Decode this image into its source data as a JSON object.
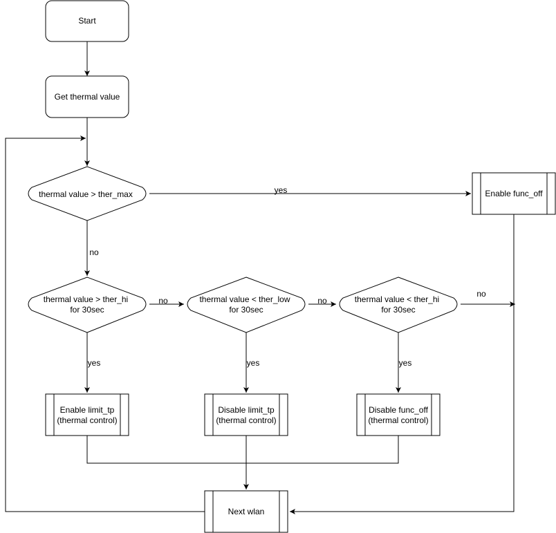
{
  "diagram": {
    "nodes": {
      "start": {
        "label": "Start",
        "shape": "rounded-rect"
      },
      "get_thermal": {
        "label": "Get thermal value",
        "shape": "rounded-rect"
      },
      "check_max": {
        "label": "thermal value > ther_max",
        "shape": "decision"
      },
      "enable_func_off": {
        "label": "Enable func_off",
        "shape": "process"
      },
      "check_hi": {
        "lines": [
          "thermal value > ther_hi",
          "for 30sec"
        ],
        "shape": "decision"
      },
      "check_low": {
        "lines": [
          "thermal value < ther_low",
          "for 30sec"
        ],
        "shape": "decision"
      },
      "check_hi2": {
        "lines": [
          "thermal value < ther_hi",
          "for 30sec"
        ],
        "shape": "decision"
      },
      "enable_limit": {
        "lines": [
          "Enable limit_tp",
          "(thermal control)"
        ],
        "shape": "process"
      },
      "disable_limit": {
        "lines": [
          "Disable limit_tp",
          "(thermal control)"
        ],
        "shape": "process"
      },
      "disable_func": {
        "lines": [
          "Disable func_off",
          "(thermal control)"
        ],
        "shape": "process"
      },
      "next_wlan": {
        "label": "Next wlan",
        "shape": "process"
      }
    },
    "edge_labels": {
      "max_yes": "yes",
      "max_no": "no",
      "hi_no": "no",
      "low_no": "no",
      "hi2_no": "no",
      "hi_yes": "yes",
      "low_yes": "yes",
      "hi2_yes": "yes"
    },
    "colors": {
      "stroke": "#000000",
      "fill": "#ffffff",
      "text": "#000000"
    }
  }
}
